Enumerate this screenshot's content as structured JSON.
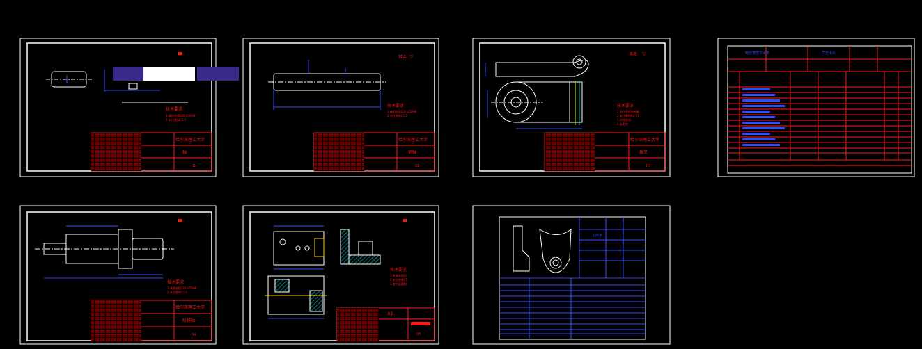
{
  "app": {
    "view": "CAD drawing sheets (model space)",
    "background": "#000000"
  },
  "colors": {
    "frame": "#ffffff",
    "geometry": "#ffffff",
    "dimension": "#2f4cff",
    "titleblock": "#ff1a1a",
    "hatch": "#00c8c8",
    "centerline": "#ffffff",
    "highlight_a": "#3a2a8a",
    "highlight_b": "#ffffff"
  },
  "sheets": [
    {
      "id": "s1",
      "roughness_symbol": "▽",
      "tech_notes_title": "技术要求",
      "tech_notes": [
        "1.调质处理220-250HB",
        "2.未注倒角C1.5"
      ],
      "titleblock_school": "哈尔滨理工大学",
      "titleblock_part": "轴",
      "titleblock_no": "01"
    },
    {
      "id": "s2",
      "roughness_symbol": "▽",
      "roughness_label": "其余",
      "tech_notes_title": "技术要求",
      "tech_notes": [
        "1.调质处理220-250HB",
        "2.未注倒角C1.5"
      ],
      "titleblock_school": "哈尔滨理工大学",
      "titleblock_part": "销轴",
      "titleblock_no": "02"
    },
    {
      "id": "s3",
      "roughness_symbol": "▽",
      "roughness_label": "其余",
      "tech_notes_title": "技术要求",
      "tech_notes": [
        "1.铸件不得有砂眼",
        "2.未注圆角R3-R5",
        "3.时效处理",
        "4.去毛刺"
      ],
      "titleblock_school": "哈尔滨理工大学",
      "titleblock_part": "拨叉",
      "titleblock_no": "03"
    },
    {
      "id": "s4",
      "titleblock_school": "哈尔滨理工大学",
      "titleblock_part": "工艺卡片"
    },
    {
      "id": "s5",
      "roughness_symbol": "▽",
      "tech_notes_title": "技术要求",
      "tech_notes": [
        "1.调质处理220-250HB",
        "2.未注倒角C1.5"
      ],
      "titleblock_school": "哈尔滨理工大学",
      "titleblock_part": "阶梯轴",
      "titleblock_no": "04"
    },
    {
      "id": "s6",
      "roughness_symbol": "▽",
      "tech_notes_title": "技术要求",
      "tech_notes": [
        "1.夹具体铸造",
        "2.未注倒角C1",
        "3.定位面磨削"
      ],
      "titleblock_part": "夹具",
      "titleblock_no": "05"
    },
    {
      "id": "s7",
      "titleblock_part": "工序卡"
    }
  ]
}
